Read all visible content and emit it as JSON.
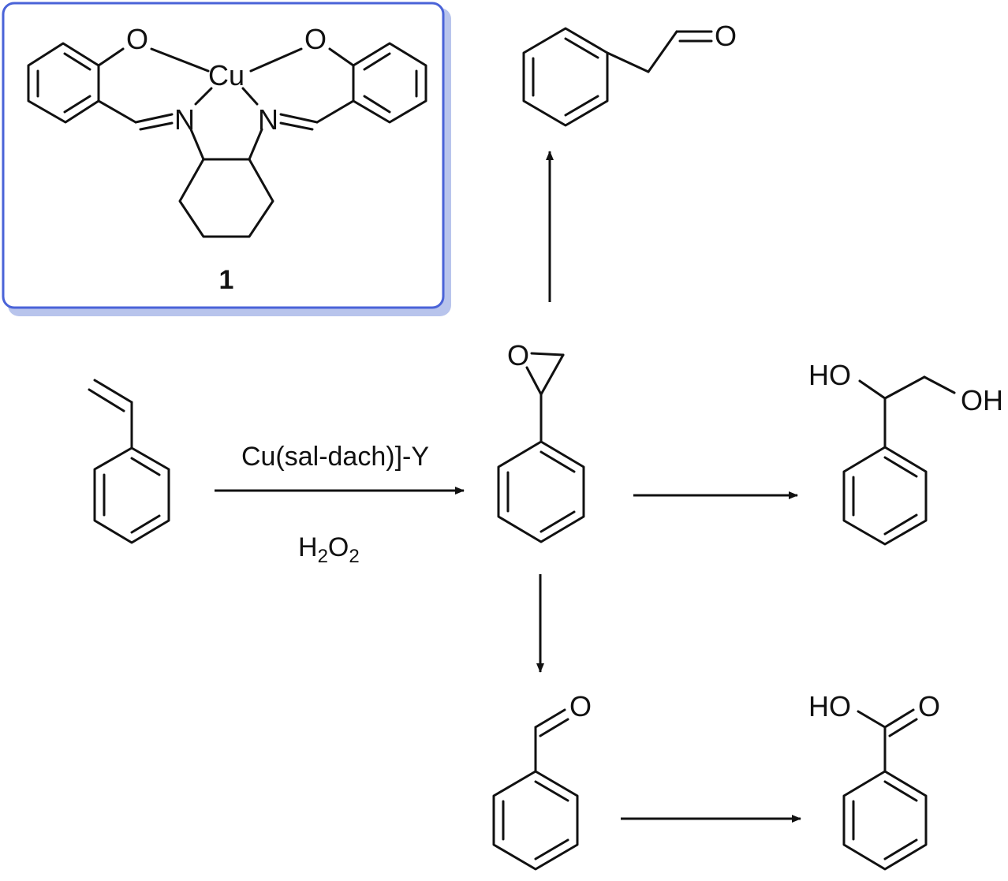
{
  "catalyst": {
    "atoms": {
      "o_left": "O",
      "o_right": "O",
      "cu": "Cu",
      "n_left": "N",
      "n_right": "N"
    },
    "label": "1",
    "box_color": "#4a63d8"
  },
  "reaction": {
    "reagent_above": "Cu(sal-dach)]-Y",
    "reagent_below_main": "H",
    "reagent_below_sub1": "2",
    "reagent_below_o": "O",
    "reagent_below_sub2": "2"
  },
  "atoms": {
    "epoxide_o": "O",
    "aldehyde_top_o": "O",
    "diol_oh1": "HO",
    "diol_oh2": "OH",
    "benzaldehyde_o": "O",
    "acid_oh": "HO",
    "acid_o": "O"
  }
}
